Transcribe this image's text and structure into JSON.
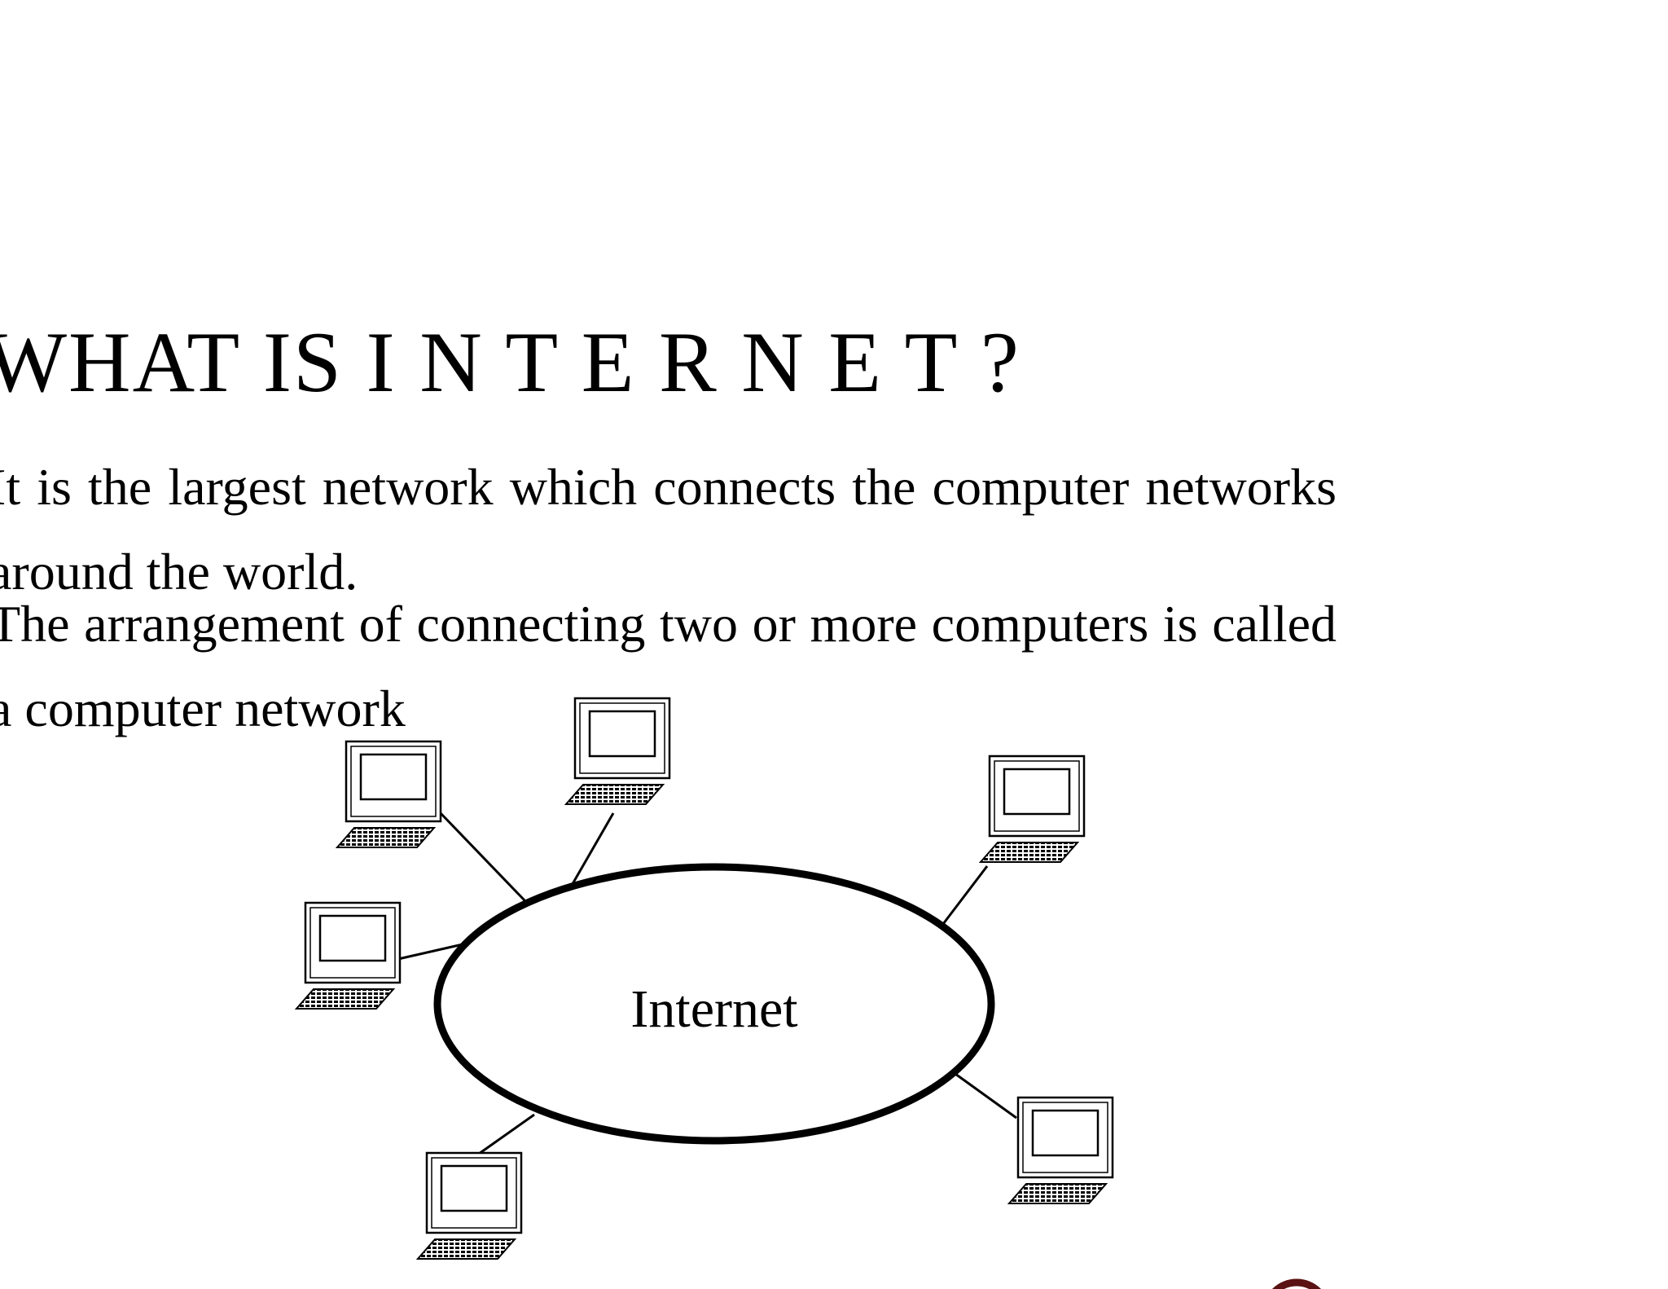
{
  "slide": {
    "title": "WHAT IS I N T E R N E T  ?",
    "paragraphs": [
      "It is the largest network which connects the computer networks around the world.",
      "The arrangement of connecting two or more computers is called a computer network"
    ]
  },
  "diagram": {
    "center_label": "Internet",
    "computers": [
      "computer-upper-left",
      "computer-top",
      "computer-left",
      "computer-upper-right",
      "computer-lower-right",
      "computer-bottom"
    ]
  },
  "colors": {
    "text": "#000000",
    "background": "#ffffff",
    "logo": "#5a1212"
  }
}
